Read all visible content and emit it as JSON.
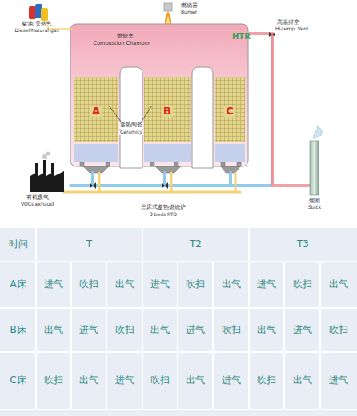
{
  "diagram": {
    "nodes": [
      {
        "text": [
          "燃烧室",
          "Combustion Chamber"
        ]
      },
      {
        "text": [
          "A"
        ],
        "in": 0
      },
      {
        "text": [
          "B"
        ],
        "in": 0
      },
      {
        "text": [
          "C"
        ],
        "in": 0
      }
    ],
    "labels": [
      "柴油/天然气",
      "Diesel/Natural gas",
      "燃烧器",
      "Burner",
      "HTR",
      "高温排空",
      "Hi-temp. Vent",
      "蓄热陶瓷",
      "Ceramics",
      "有机废气",
      "VOCs exhaust",
      "三床式蓄热燃烧炉",
      "3 beds RTO",
      "烟囱",
      "Stack",
      "时间",
      "T",
      "T2",
      "T3",
      "A床",
      "进气",
      "吹扫",
      "出气",
      "进气",
      "吹扫",
      "出气",
      "进气",
      "吹扫",
      "出气",
      "B床",
      "出气",
      "进气",
      "吹扫",
      "出气",
      "进气",
      "吹扫",
      "出气",
      "进气",
      "吹扫",
      "C床",
      "吹扫",
      "出气",
      "进气",
      "吹扫",
      "出气",
      "进气",
      "吹扫",
      "出气",
      "进气"
    ]
  }
}
